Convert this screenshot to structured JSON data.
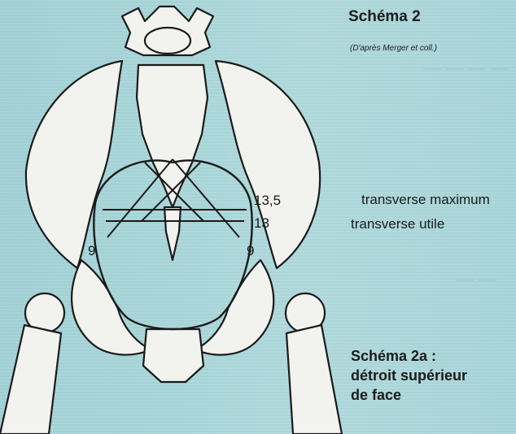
{
  "title": "Schéma 2",
  "credit": "(D'après Merger et coll.)",
  "measurements": {
    "transverse_max": "13,5",
    "transverse_useful": "13",
    "oblique_left": "9",
    "oblique_right": "9"
  },
  "legend": {
    "line1": "transverse maximum",
    "line2": "transverse utile"
  },
  "caption": {
    "line1": "Schéma 2a :",
    "line2": "détroit supérieur",
    "line3": "de face"
  },
  "colors": {
    "background": "#a6d4d8",
    "bone": "#f2f2ee",
    "ink": "#1a1a1a"
  }
}
